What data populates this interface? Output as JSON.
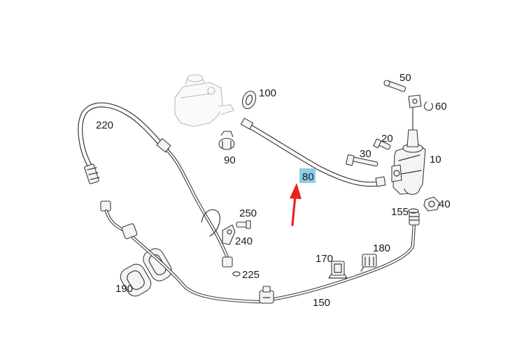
{
  "highlight_color": "#8fcbe6",
  "arrow_color": "#e8221c",
  "callouts": {
    "p10": "10",
    "p20": "20",
    "p30": "30",
    "p40": "40",
    "p50": "50",
    "p60": "60",
    "p80": "80",
    "p90": "90",
    "p100": "100",
    "p150": "150",
    "p155": "155",
    "p170": "170",
    "p180": "180",
    "p190": "190",
    "p220": "220",
    "p225": "225",
    "p240": "240",
    "p250": "250"
  },
  "highlighted_part": "80"
}
